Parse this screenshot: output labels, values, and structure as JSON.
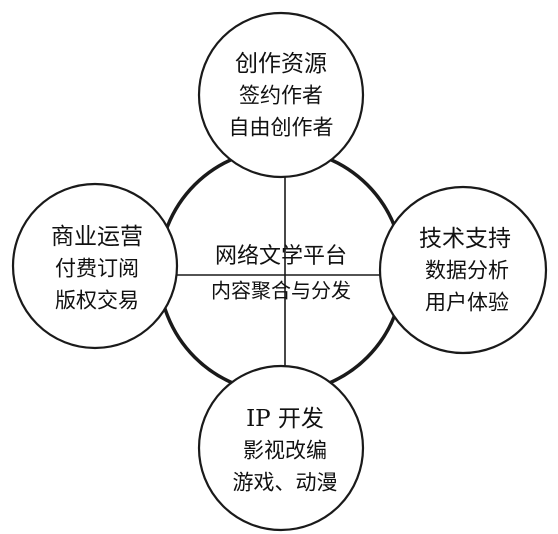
{
  "center": {
    "title": "网络文学平台",
    "subtitle": "内容聚合与分发"
  },
  "nodes": {
    "top": {
      "title": "创作资源",
      "line1": "签约作者",
      "line2": "自由创作者"
    },
    "left": {
      "title": "商业运营",
      "line1": "付费订阅",
      "line2": "版权交易"
    },
    "right": {
      "title": "技术支持",
      "line1": "数据分析",
      "line2": "用户体验"
    },
    "bottom": {
      "title": "IP 开发",
      "line1": "影视改编",
      "line2": "游戏、动漫"
    }
  },
  "colors": {
    "stroke": "#1a1a1a",
    "text": "#111111",
    "background": "#ffffff"
  }
}
